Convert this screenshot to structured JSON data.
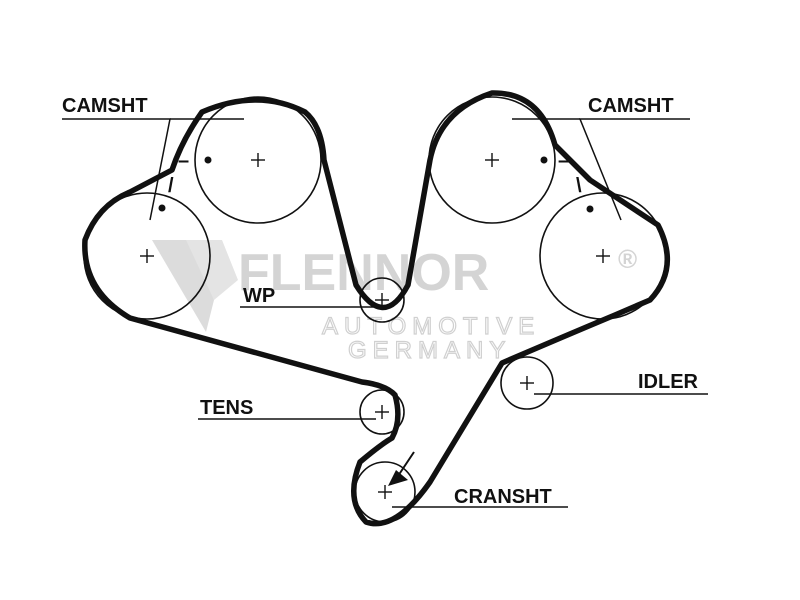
{
  "labels": {
    "camshaft_left": "CAMSHT",
    "camshaft_right": "CAMSHT",
    "water_pump": "WP",
    "tensioner": "TENS",
    "idler": "IDLER",
    "crankshaft": "CRANSHT"
  },
  "watermark": {
    "brand": "FLENNOR",
    "registered": "®",
    "line1": "AUTOMOTIVE",
    "line2": "GERMANY"
  },
  "timing_marks": {
    "left_cam_mark": "–",
    "left_aux_mark": "/",
    "right_cam_mark": "–",
    "right_aux_mark": "\\"
  },
  "colors": {
    "line": "#111111",
    "watermark": "#d4d4d4",
    "background": "#ffffff"
  }
}
